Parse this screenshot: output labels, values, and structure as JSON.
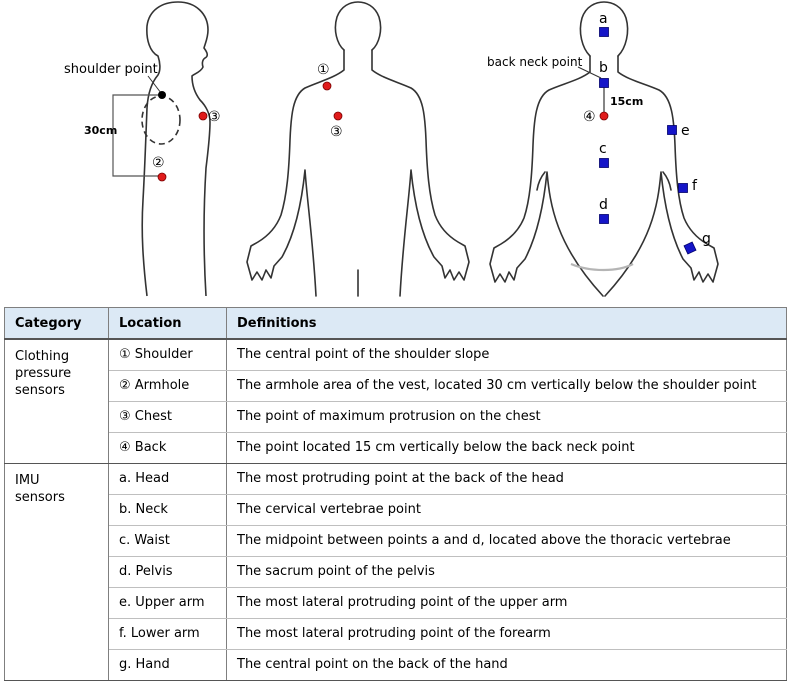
{
  "figure": {
    "side_view": {
      "shoulder_point_label": "shoulder point",
      "distance_label": "30cm",
      "markers": [
        "③",
        "②"
      ]
    },
    "front_view": {
      "markers": [
        "①",
        "③"
      ]
    },
    "back_view": {
      "back_neck_point_label": "back neck point",
      "distance_label": "15cm",
      "pressure_marker": "④",
      "imu_labels": [
        "a",
        "b",
        "c",
        "d",
        "e",
        "f",
        "g"
      ]
    },
    "colors": {
      "pressure_sensor": "#e01b1b",
      "imu_sensor": "#1515c8",
      "outline": "#333333",
      "shoulder_point": "#000000"
    }
  },
  "table": {
    "headers": [
      "Category",
      "Location",
      "Definitions"
    ],
    "header_bg": "#dce9f5",
    "groups": [
      {
        "category_lines": [
          "Clothing",
          "pressure",
          "sensors"
        ],
        "rows": [
          {
            "location": "① Shoulder",
            "definition": "The central point of the shoulder slope"
          },
          {
            "location": "② Armhole",
            "definition": "The armhole area of the vest, located 30 cm vertically below the shoulder point"
          },
          {
            "location": "③ Chest",
            "definition": "The point of maximum protrusion on the chest"
          },
          {
            "location": "④ Back",
            "definition": "The point located 15 cm vertically below the back neck point"
          }
        ]
      },
      {
        "category_lines": [
          "IMU",
          "sensors"
        ],
        "rows": [
          {
            "location": "a. Head",
            "definition": "The most protruding point at the back of the head"
          },
          {
            "location": "b. Neck",
            "definition": "The cervical vertebrae point"
          },
          {
            "location": "c. Waist",
            "definition": "The midpoint between points a and d, located above the thoracic vertebrae"
          },
          {
            "location": "d. Pelvis",
            "definition": "The sacrum point of the pelvis"
          },
          {
            "location": "e. Upper arm",
            "definition": "The most lateral protruding point of the upper arm"
          },
          {
            "location": "f. Lower arm",
            "definition": "The most lateral protruding point of the forearm"
          },
          {
            "location": "g. Hand",
            "definition": "The central point on the back of the hand"
          }
        ]
      }
    ]
  }
}
